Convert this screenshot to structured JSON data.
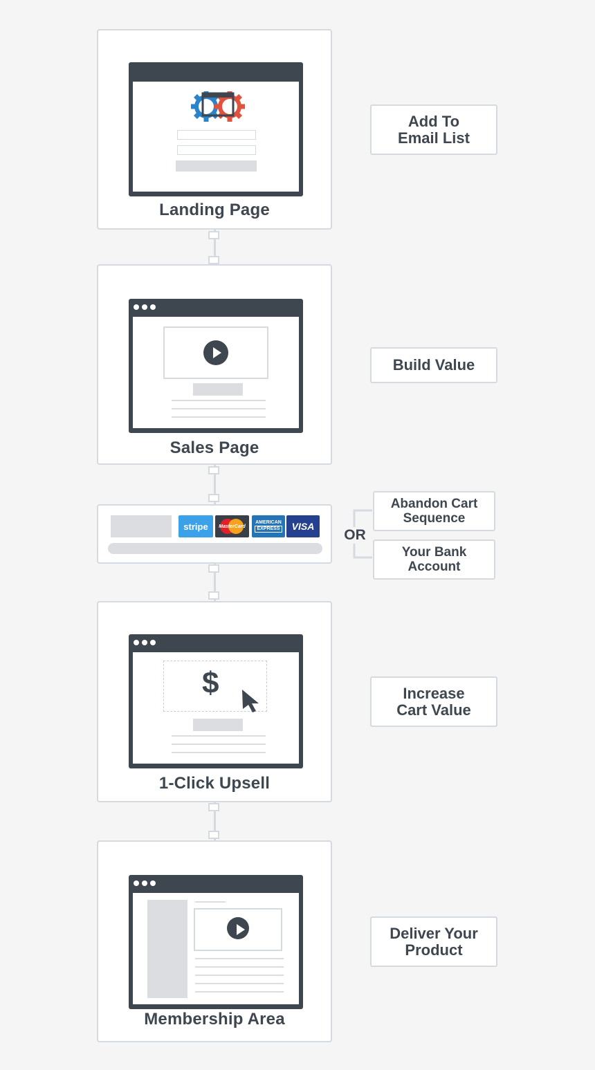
{
  "steps": {
    "landing": {
      "title": "Landing Page",
      "label": "Add To\nEmail List"
    },
    "sales": {
      "title": "Sales Page",
      "label": "Build Value"
    },
    "upsell": {
      "title": "1-Click Upsell",
      "label": "Increase\nCart Value"
    },
    "membership": {
      "title": "Membership Area",
      "label": "Deliver Your\nProduct"
    }
  },
  "checkout": {
    "logos": {
      "stripe": "stripe",
      "mastercard": "MasterCard",
      "amex_line1": "AMERICAN",
      "amex_line2": "EXPRESS",
      "visa": "VISA"
    },
    "or_label": "OR",
    "outcomes": {
      "abandon": "Abandon Cart\nSequence",
      "bank": "Your Bank\nAccount"
    }
  },
  "upsell_symbol": "$",
  "icons": {
    "gears": "gears-icon",
    "play": "play-icon",
    "cursor": "cursor-icon",
    "dots": "window-dots-icon"
  },
  "colors": {
    "dark": "#3e4650",
    "border": "#d5d9e0",
    "gear_blue": "#2b83c9",
    "gear_red": "#e2513c",
    "stripe": "#3ba1e8",
    "mastercard_bg": "#3a3f47",
    "amex": "#2574b8",
    "visa": "#25408f"
  }
}
